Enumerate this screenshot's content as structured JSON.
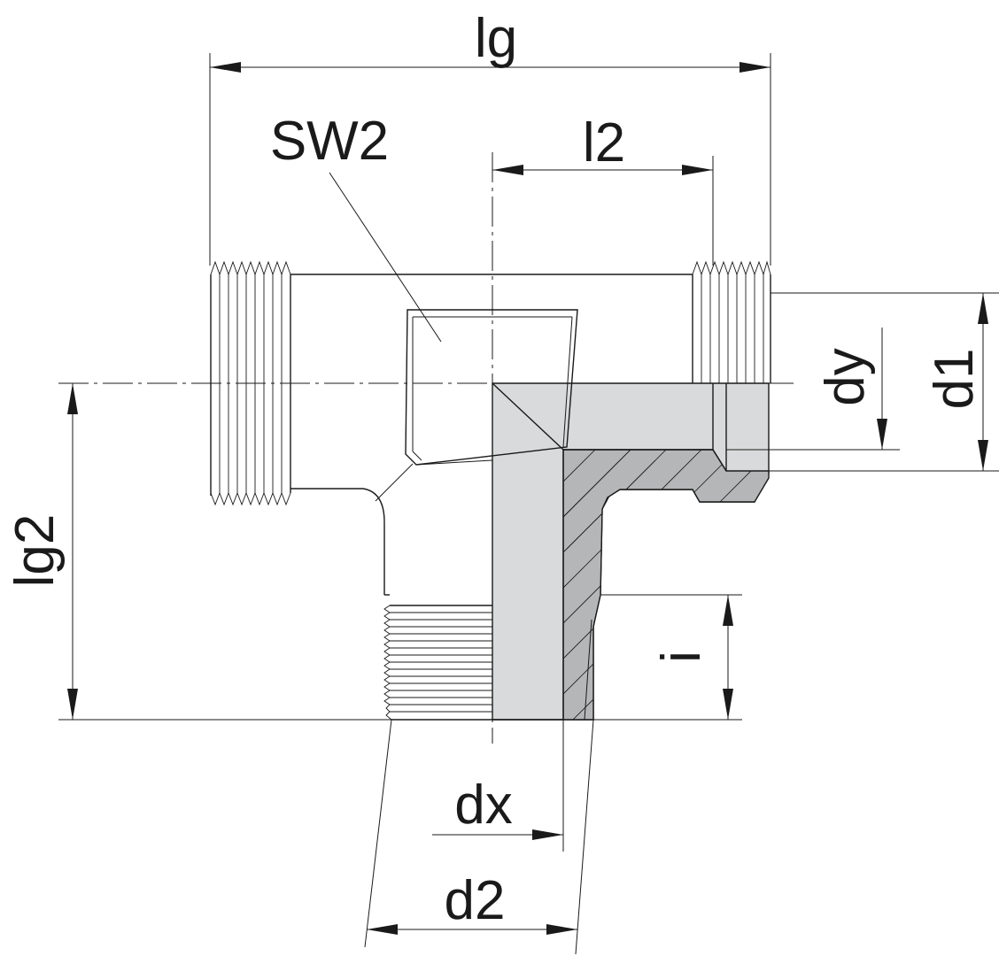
{
  "dimensions": {
    "lg": "lg",
    "l2": "l2",
    "sw2": "SW2",
    "lg2": "lg2",
    "dy": "dy",
    "d1": "d1",
    "i": "i",
    "dx": "dx",
    "d2": "d2"
  },
  "colors": {
    "line": "#1a1a1a",
    "section_fill": "#d9dadb",
    "hatch_fill": "#b4b6b8",
    "background": "#ffffff"
  }
}
